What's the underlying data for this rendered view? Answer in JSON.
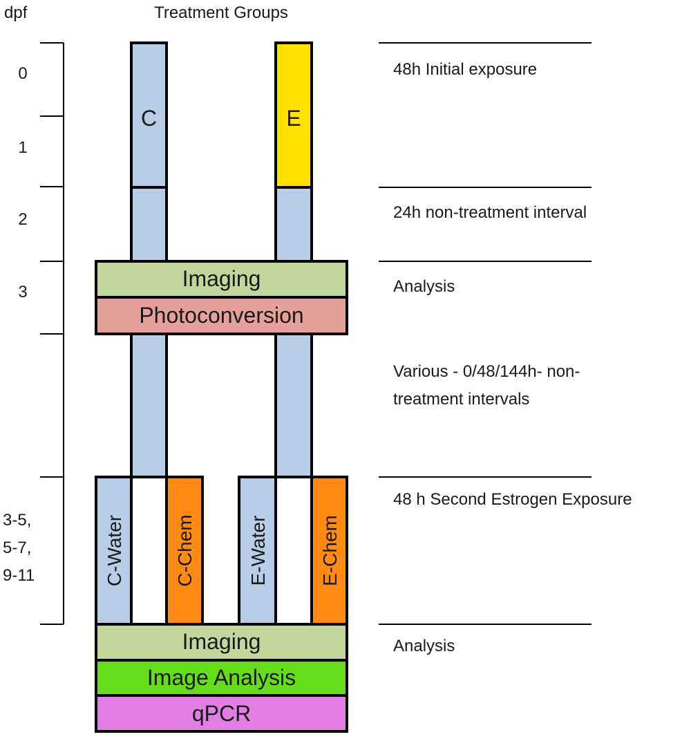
{
  "header": {
    "axis_label": "dpf",
    "column_title": "Treatment Groups"
  },
  "dpf_labels": [
    "0",
    "1",
    "2",
    "3",
    "3-5,",
    "5-7,",
    "9-11"
  ],
  "groups": {
    "control": "C",
    "estrogen": "E"
  },
  "blocks": {
    "imaging_1": "Imaging",
    "photoconversion": "Photoconversion",
    "imaging_2": "Imaging",
    "image_analysis": "Image Analysis",
    "qpcr": "qPCR"
  },
  "subgroups": [
    "C-Water",
    "C-Chem",
    "E-Water",
    "E-Chem"
  ],
  "phases": {
    "p1": "48h Initial exposure",
    "p2": "24h non-treatment interval",
    "p3": "Analysis",
    "p4_line1": "Various - 0/48/144h-  non-",
    "p4_line2": "treatment intervals",
    "p5": "48 h Second Estrogen Exposure",
    "p6": "Analysis"
  },
  "colors": {
    "water": "#b9cde6",
    "estrogen": "#ffe100",
    "imaging": "#c3d69b",
    "photoconversion": "#e6a09c",
    "chem": "#ff8a14",
    "image_analysis": "#66dd1a",
    "qpcr": "#e27ee4"
  }
}
